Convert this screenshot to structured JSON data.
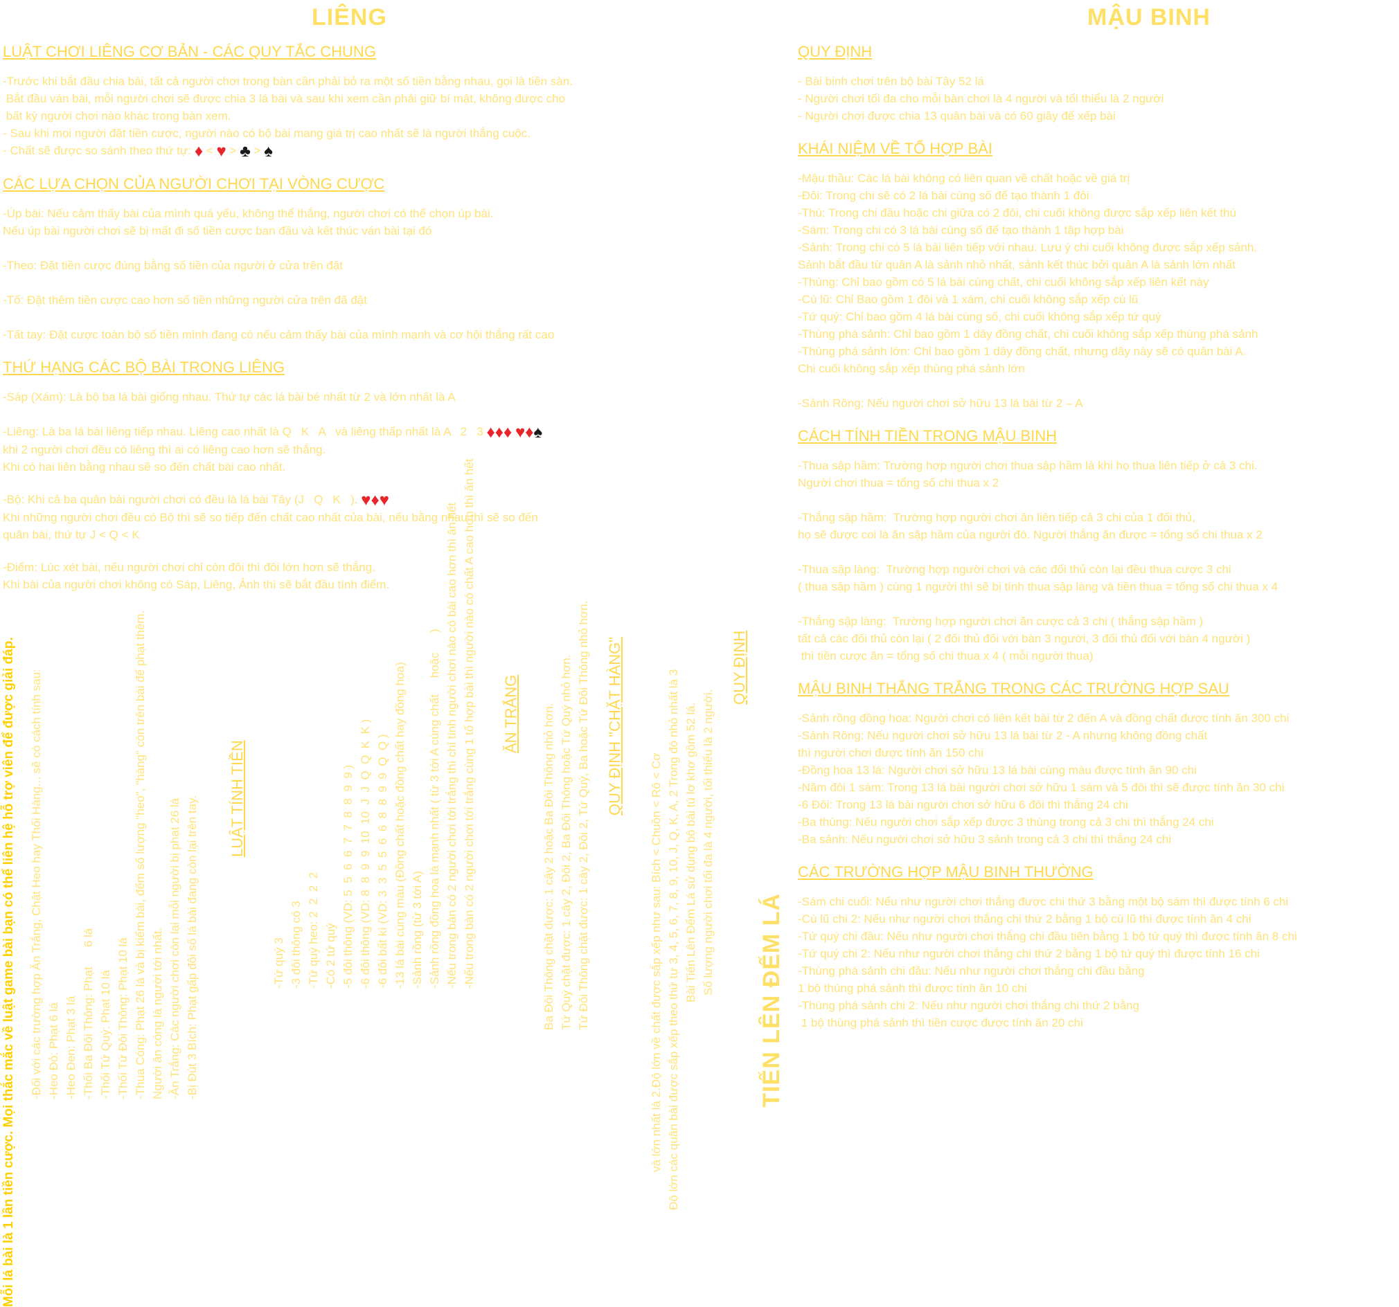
{
  "titles": {
    "lieng": "LIÊNG",
    "maubinh": "MẬU BINH",
    "tienlen": "TIẾN LÊN ĐẾM LÁ"
  },
  "lieng": {
    "s1_heading": "LUẬT CHƠI LIÊNG CƠ BẢN - CÁC QUY TẮC CHUNG",
    "s1_body": "-Trước khi bắt đầu chia bài, tất cả người chơi trong bàn cần phải bỏ ra một số tiền bằng nhau, gọi là tiền sàn.\n Bắt đầu ván bài, mỗi người chơi sẽ được chia 3 lá bài và sau khi xem cần phải giữ bí mật, không được cho\n bất kỳ người chơi nào khác trong bàn xem.\n- Sau khi mọi người đặt tiền cược, người nào có bộ bài mang giá trị cao nhất sẽ là người thắng cuộc.",
    "s1_suit_line": "- Chất sẽ được so sánh theo thứ tự:",
    "s2_heading": "CÁC LỰA CHỌN CỦA NGƯỜI CHƠI TẠI VÒNG CƯỢC",
    "s2_body": "-Úp bài: Nếu cảm thấy bài của mình quá yếu, không thể thắng, người chơi có thể chọn úp bài.\nNếu úp bài người chơi sẽ bị mất đi số tiền cược ban đầu và kết thúc ván bài tại đó\n\n-Theo: Đặt tiền cược đúng bằng số tiền của người ở cửa trên đặt\n\n-Tố: Đặt thêm tiền cược cao hơn số tiền những người cửa trên đã đặt\n\n-Tất tay: Đặt cược toàn bộ số tiền mình đang có nếu cảm thấy bài của mình mạnh và cơ hội thắng rất cao",
    "s3_heading": "THỨ HẠNG CÁC BỘ BÀI TRONG LIÊNG",
    "s3_sap": "-Sáp (Xám): Là bộ ba lá bài giống nhau. Thứ tự các lá bài bé nhất từ 2 và lớn nhất là A",
    "s3_lieng": "-Liêng: Là ba lá bài liêng tiếp nhau. Liêng cao nhất là Q   K   A   và liêng thấp nhất là A   2   3",
    "s3_lieng2": "khi 2 người chơi đều có liêng thì ai có liêng cao hơn sẽ thắng.\nKhi có hai liên bằng nhau sẽ so đến chất bài cao nhất.",
    "s3_bo": "-Bộ: Khi cả ba quân bài người chơi có đều là lá bài Tây (J   Q   K   ).",
    "s3_bo2": "Khi những người chơi đều có Bộ thì sẽ so tiếp đến chất cao nhất của bài, nếu bằng nhau thì sẽ so đến\nquân bài, thứ tự J < Q < K",
    "s3_diem": "-Điểm: Lúc xét bài, nếu người chơi chỉ còn đôi thì đôi lớn hơn sẽ thắng.\nKhi bài của người chơi không có Sáp, Liêng, Ảnh thì sẽ bắt đầu tính điểm."
  },
  "maubinh": {
    "s1_heading": "QUY ĐỊNH",
    "s1_body": "- Bài binh chơi trên bộ bài Tây 52 lá\n- Người chơi tối đa cho mỗi bàn chơi là 4 người và tối thiểu là 2 người\n- Người chơi được chia 13 quân bài và có 60 giây để xếp bài",
    "s2_heading": "KHÁI NIỆM VỀ TỔ HỢP BÀI",
    "s2_body": "-Mậu thầu: Các lá bài không có liên quan về chất hoặc về giá trị\n-Đôi: Trong chi sẽ có 2 lá bài cùng số để tạo thành 1 đôi\n-Thú: Trong chi đầu hoặc chi giữa có 2 đôi, chi cuối không được sắp xếp liên kết thú\n-Sám: Trong chi có 3 lá bài cùng số để tạo thành 1 tập hợp bài\n-Sảnh: Trong chi có 5 lá bài liên tiếp với nhau. Lưu ý chi cuối không được sắp xếp sảnh.\nSảnh bắt đầu từ quân A là sảnh nhỏ nhất, sảnh kết thúc bởi quân A là sảnh lớn nhất\n-Thùng: Chỉ bao gồm có 5 lá bài cùng chất, chi cuối không sắp xếp liên kết này\n-Cù lũ: Chỉ Bao gồm 1 đôi và 1 xám, chi cuối không sắp xếp cù lũ\n-Tứ quý: Chỉ bao gồm 4 lá bài cùng số, chi cuối không sắp xếp tứ quý\n-Thùng phá sảnh: Chỉ bao gồm 1 dây đồng chất, chi cuối không sắp xếp thùng phá sảnh\n-Thùng phá sảnh lớn: Chỉ bao gồm 1 dây đồng chất, nhưng dây này sẽ có quân bài A.\nChi cuối không sắp xếp thùng phá sảnh lớn\n\n-Sảnh Rồng: Nếu người chơi sở hữu 13 lá bài từ 2 – A",
    "s3_heading": "CÁCH TÍNH TIỀN TRONG MẬU BINH",
    "s3_body": "-Thua sập hầm: Trường hợp người chơi thua sập hầm là khi họ thua liên tiếp ở cả 3 chi.\nNgười chơi thua = tổng số chi thua x 2\n\n-Thắng sập hầm:  Trường hợp người chơi ăn liên tiếp cả 3 chi của 1 đối thủ,\nhọ sẽ được coi là ăn sập hầm của người đó. Người thắng ăn được = tổng số chi thua x 2\n\n-Thua sập làng:  Trường hợp người chơi và các đối thủ còn lại đều thua cược 3 chi\n( thua sập hầm ) cùng 1 người thì sẽ bị tính thua sập làng và tiền thua = tổng số chi thua x 4\n\n-Thắng sập làng:  Trường hợp người chơi ăn cược cả 3 chi ( thắng sập hầm )\ntất cả các đối thủ còn lại ( 2 đối thủ đối với bàn 3 người, 3 đối thủ đối với bàn 4 người )\n thì tiền cược ăn = tổng số chi thua x 4 ( mỗi người thua)",
    "s4_heading": "MẬU BINH THẮNG TRẮNG TRONG CÁC TRƯỜNG HỢP SAU",
    "s4_body": "-Sảnh rồng đồng hoa: Người chơi có liên kết bài từ 2 đến A và đồng chất được tính ăn 300 chi\n-Sảnh Rồng: Nếu người chơi sở hữu 13 lá bài từ 2 - A nhưng không đồng chất\nthì người chơi được tính ăn 150 chi\n-Đồng hoa 13 lá: Người chơi sở hữu 13 lá bài cùng màu được tính ăn 90 chi\n-Năm đôi 1 sám: Trong 13 lá bài người chơi sở hữu 1 sám và 5 đôi thì sẽ được tính ăn 30 chi\n-6 Đôi: Trong 13 lá bài người chơi sở hữu 6 đôi thì thắng 24 chi\n-Ba thùng: Nếu người chơi sắp xếp được 3 thùng trong cả 3 chi thì thắng 24 chi\n-Ba sảnh: Nếu người chơi sở hữu 3 sảnh trong cả 3 chi thì thắng 24 chi",
    "s5_heading": "CÁC TRƯỜNG HỢP MẬU BINH THƯỜNG",
    "s5_body": "-Sám chi cuối: Nếu như người chơi thắng được chi thứ 3 bằng một bộ sám thì được tính 6 chi\n-Cù lũ chi 2: Nếu như người chơi thắng chi thứ 2 bằng 1 bộ cù lũ thì được tính ăn 4 chi\n-Tứ quý chi đầu: Nếu như người chơi thắng chi đầu tiên bằng 1 bộ tứ quý thì được tính ăn 8 chi\n-Tứ quý chi 2: Nếu như người chơi thắng chi thứ 2 bằng 1 bộ tứ quý thì được tính 16 chi\n-Thùng phá sảnh chi đầu: Nếu như người chơi thắng chi đầu bằng\n1 bộ thùng phá sảnh thì được tính ăn 10 chi\n-Thùng phá sảnh chi 2: Nếu như người chơi thắng chi thứ 2 bằng\n 1 bộ thùng phá sảnh thì tiền cược được tính ăn 20 chi"
  },
  "tienlen": {
    "h_quydinh": "QUY ĐỊNH",
    "quydinh_1": "Số lượng người chơi tối đa là 4 người, tối thiểu là 2 người.",
    "quydinh_2": "Bài Tiến Lên Đếm Lá sử dụng bộ bài tú lơ khơ gồm 52 lá.",
    "quydinh_3": "Độ lớn các quân bài được sắp xếp theo thứ tự 3, 4, 5, 6, 7, 8, 9, 10, J, Q, K, A, 2 Trong đó nhỏ nhất là 3",
    "quydinh_4": "và lớn nhất là 2.Độ lớn về chất được sắp xếp như sau: Bích < Chuồn < Rô < Cơ",
    "h_chathang": "QUY ĐỊNH \"CHẶT HÀNG\"",
    "chathang_body": "Ba Đôi Thông chặt được: 1 cây 2 hoặc Ba Đôi Thông nhỏ hơn.\nTứ Quý chặt được: 1 cây 2, Đôi 2, Ba Đôi Thông hoặc Tứ Quý nhỏ hơn.\nTứ Đôi Thông chặt được: 1 cây 2, Đôi 2, Tứ Quý, Ba hoặc Tứ Đôi Thông nhỏ hơn.",
    "h_antrang": "ĂN TRẮNG",
    "antrang_body": "-Tứ quý 3\n-3 đôi thông có 3\n-Tứ quý heo: 2  2  2  2\n-Có 2 tứ quý\n-5 đôi thông (VD: 5  5  6  6  7  7  8  8  9  9 )\n-6 đôi thông (VD: 8  8  9  9  10  10  J  J  Q  Q  K  K )\n-6 đôi bất kì (VD: 3  3  5  5  6  6  8  8  9  9  Q  Q )\n-13 lá bài cùng màu (Đồng chất hoặc đồng chất hay đồng hoa)\n-Sảnh rồng (từ 3 tới A)\n-Sảnh rồng đồng hoa là mạnh nhất ( từ 3 tới A cùng chất     hoặc      )\n-Nếu trong bàn có 2 người chơi tới trắng thì chỉ tính người chơi nào có bài cao hơn thì ăn hết\n-Nếu trong bàn có 2 người chơi tới trắng cùng 1 tổ hợp bài thì người nào có chất A cao hơn thì ăn hết",
    "h_tinhtien": "LUẬT TÍNH TIỀN",
    "tinhtien_body": "-Đối với các trường hợp Ăn Trắng, Chặt Heo hay Thối Hàng... sẽ có cách tính sau:\n-Heo Đỏ: Phạt 6 lá\n-Heo Đen: Phạt 3 lá\n-Thối Ba Đôi Thông: Phạt      6 lá\n-Thối Tứ Quý: Phạt 10 lá\n-Thối Tứ Đôi Thông: Phạt 10 lá\n-Thua Cóng: Phạt 26 lá và bị kiểm bài, đếm số lượng \"heo\", \"hàng\" còn trên bài để phạt thêm.\nNgười ăn cóng là người tới nhất.\n-Ăn Trắng: Các người chơi còn lại mỗi người bị phạt 26 lá\n-Bị Đút 3 Bích: Phạt gấp đôi số lá bài đang còn lại trên tay.",
    "footer": "Mỗi lá bài là 1 lần tiền cược. Mọi thắc mắc về luật game bài bạn có thể liên hệ hỗ trợ viên để được giải đáp."
  },
  "colors": {
    "text": "#ffe37a",
    "heading": "#ffd84d",
    "red_suit": "#e8252b",
    "black_suit": "#1a1a1a",
    "background": "#ffffff"
  }
}
